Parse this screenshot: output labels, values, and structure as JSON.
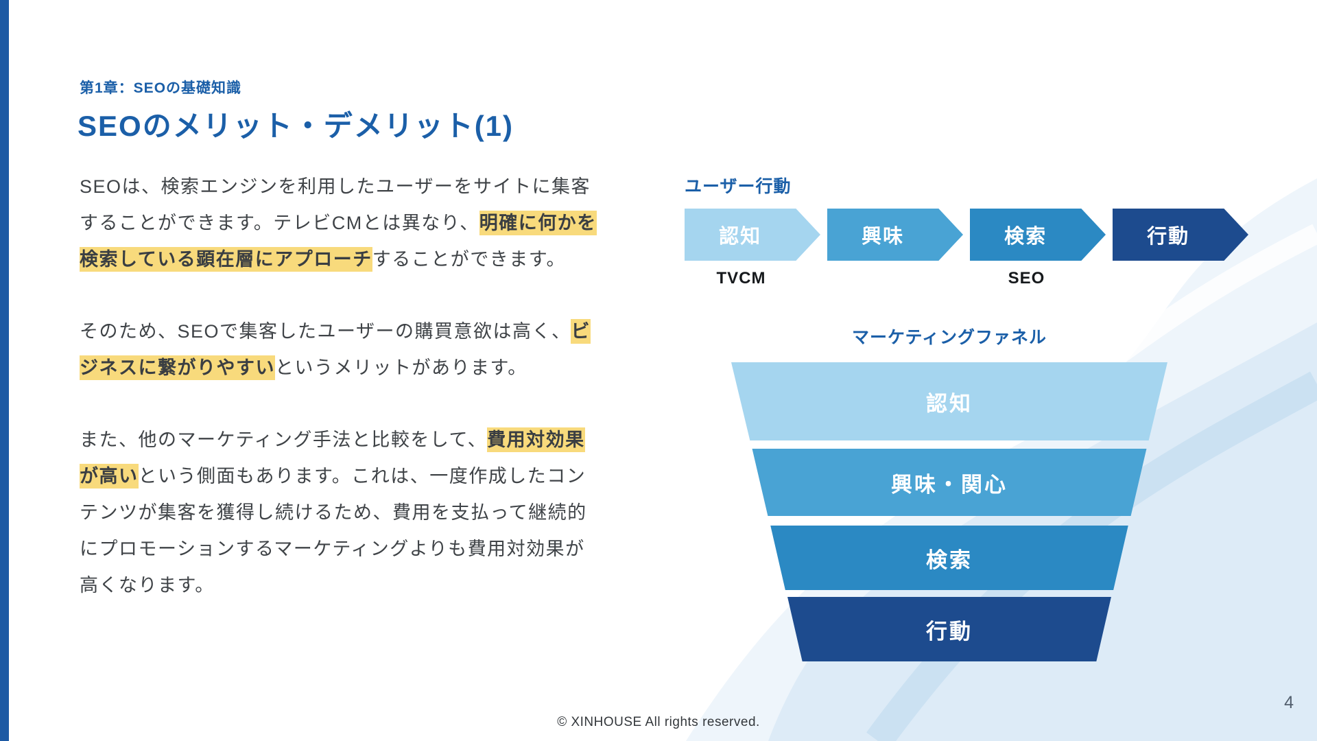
{
  "slide": {
    "chapter": "第1章：SEOの基礎知識",
    "title": "SEOのメリット・デメリット(1)",
    "paragraphs": [
      {
        "segments": [
          {
            "text": "SEOは、検索エンジンを利用したユーザーをサイトに集客することができます。テレビCMとは異なり、",
            "highlight": false
          },
          {
            "text": "明確に何かを検索している顕在層にアプローチ",
            "highlight": true
          },
          {
            "text": "することができます。",
            "highlight": false
          }
        ]
      },
      {
        "segments": [
          {
            "text": "そのため、SEOで集客したユーザーの購買意欲は高く、",
            "highlight": false
          },
          {
            "text": "ビジネスに繋がりやすい",
            "highlight": true
          },
          {
            "text": "というメリットがあります。",
            "highlight": false
          }
        ]
      },
      {
        "segments": [
          {
            "text": "また、他のマーケティング手法と比較をして、",
            "highlight": false
          },
          {
            "text": "費用対効果が高い",
            "highlight": true
          },
          {
            "text": "という側面もあります。これは、一度作成したコンテンツが集客を獲得し続けるため、費用を支払って継続的にプロモーションするマーケティングよりも費用対効果が高くなります。",
            "highlight": false
          }
        ]
      }
    ],
    "user_behavior": {
      "label": "ユーザー行動",
      "steps": [
        {
          "label": "認知",
          "color": "#a5d5ef"
        },
        {
          "label": "興味",
          "color": "#49a3d4"
        },
        {
          "label": "検索",
          "color": "#2b89c3"
        },
        {
          "label": "行動",
          "color": "#1d4b8e"
        }
      ],
      "annotations": [
        {
          "text": "TVCM"
        },
        {
          "text": "SEO"
        }
      ]
    },
    "funnel": {
      "label": "マーケティングファネル",
      "levels": [
        {
          "label": "認知",
          "color": "#a5d5ef"
        },
        {
          "label": "興味・関心",
          "color": "#49a3d4"
        },
        {
          "label": "検索",
          "color": "#2b89c3"
        },
        {
          "label": "行動",
          "color": "#1d4b8e"
        }
      ]
    },
    "footer": "© XINHOUSE All rights reserved.",
    "page_number": "4",
    "colors": {
      "accent": "#1b5fa8",
      "highlight": "#f8da7c",
      "left_bar": "#1d5aa4"
    }
  }
}
